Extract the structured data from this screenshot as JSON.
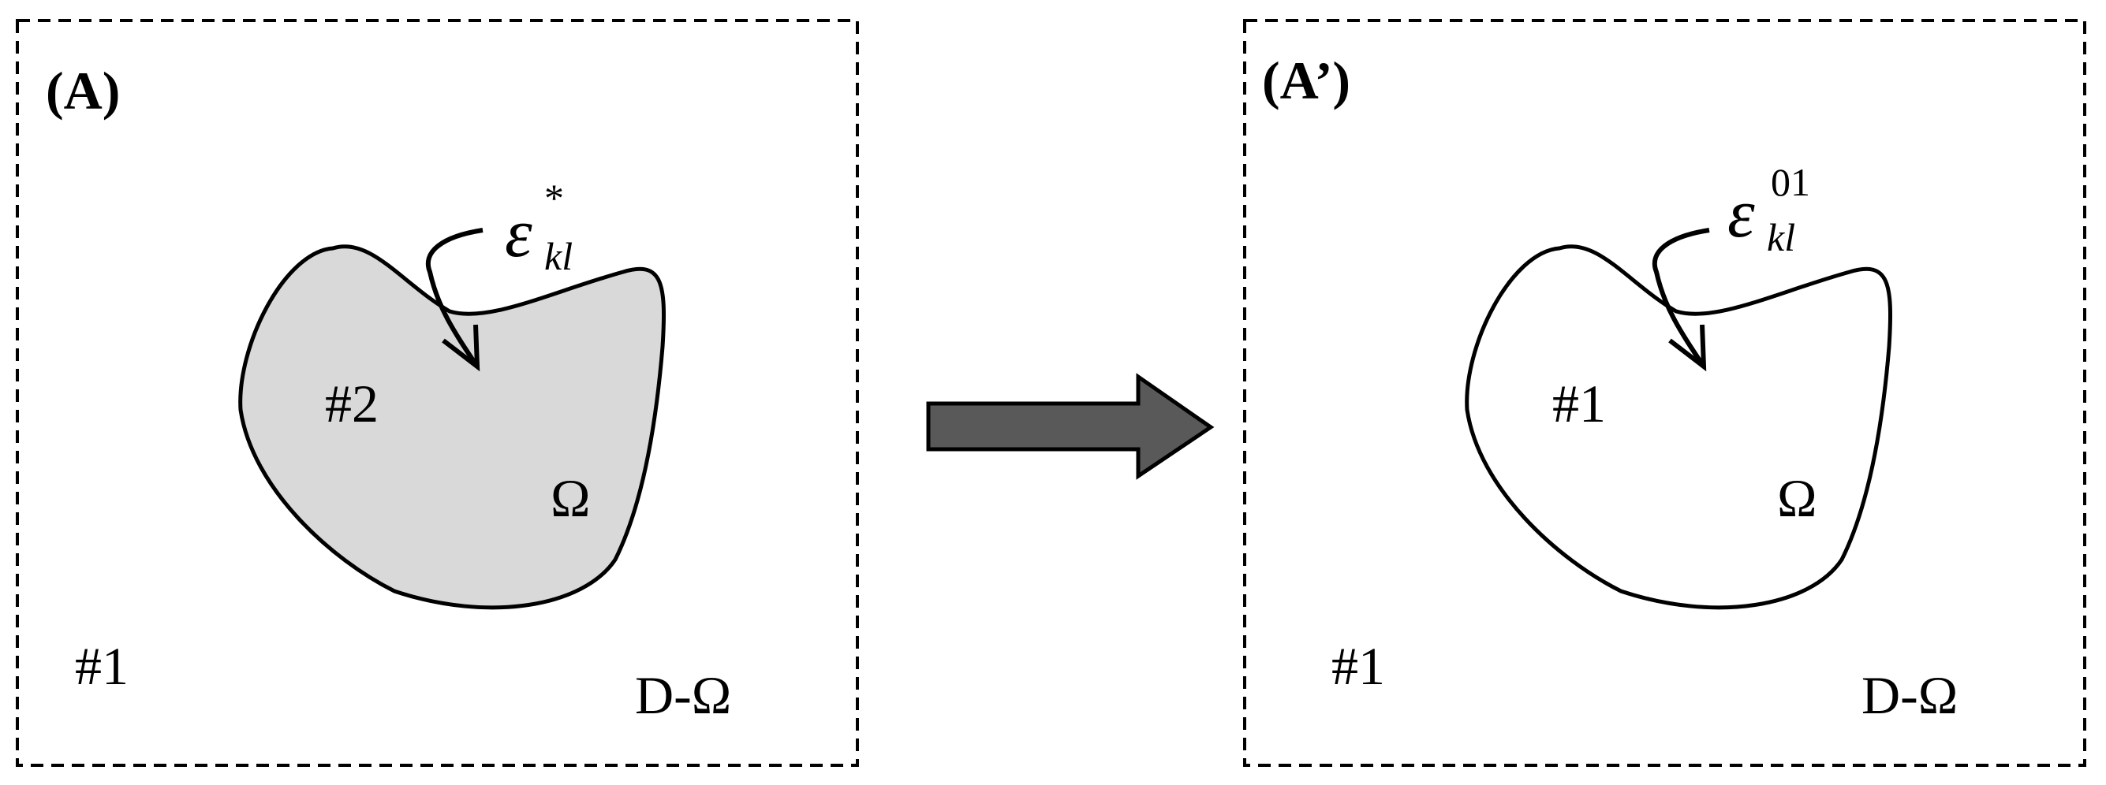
{
  "left_panel": {
    "label": "(A)",
    "inclusion_label": "#2",
    "domain_symbol": "Ω",
    "matrix_label": "#1",
    "complement_label": "D-Ω",
    "strain_symbol": "ε",
    "strain_subscript": "kl",
    "strain_superscript": "*",
    "inclusion_fill": "#d9d9d9"
  },
  "right_panel": {
    "label": "(A’)",
    "inclusion_label": "#1",
    "domain_symbol": "Ω",
    "matrix_label": "#1",
    "complement_label": "D-Ω",
    "strain_symbol": "ε",
    "strain_subscript": "kl",
    "strain_superscript": "01",
    "inclusion_fill": "#ffffff"
  },
  "arrow": {
    "fill": "#595959",
    "icon": "right-arrow-icon"
  }
}
